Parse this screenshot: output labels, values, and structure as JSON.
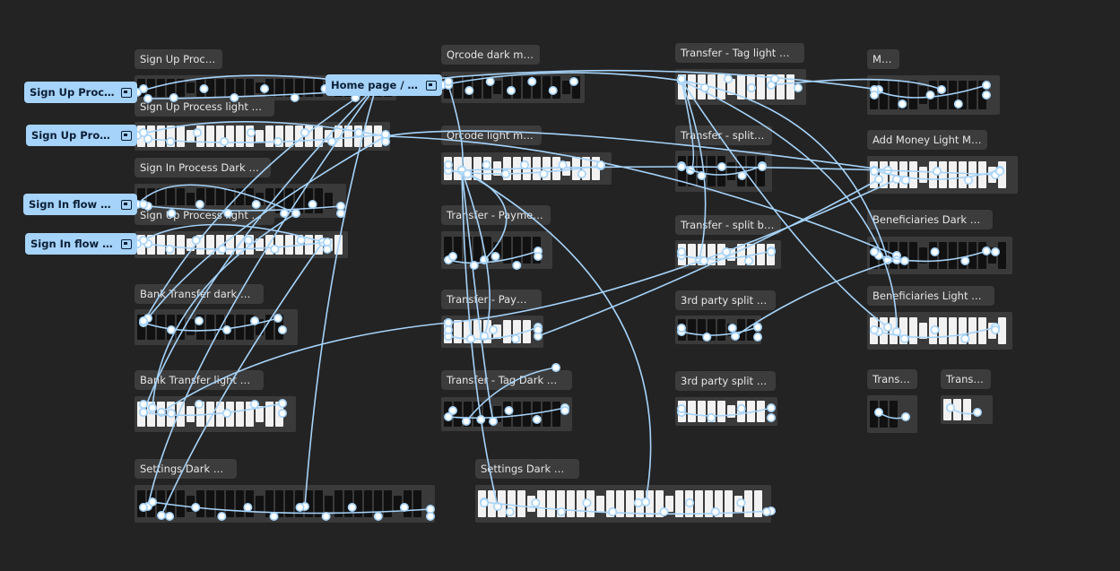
{
  "canvas": {
    "background": "#232323",
    "wire_color": "#a6d3f9",
    "node_color": "#ffffff"
  },
  "sections": [
    {
      "label": "Sign Up Process",
      "frames": "dddddddddddddddddddddddddddddddddddddddd"
    },
    {
      "label": "Sign Up Process light mode",
      "frames": "llllllllllllllllllllllllllllllllllllll"
    },
    {
      "label": "Sign In Process Dark Mode",
      "frames": "dddddddddddddddddddddddd"
    },
    {
      "label": "Sign Up Process light mode",
      "frames": "llllllllllllllllllllllll"
    },
    {
      "label": "Bank Transfer dark mode",
      "frames": "ddddddddddddddd"
    },
    {
      "label": "Bank Transfer light mode",
      "frames": "lllllllllllllll"
    },
    {
      "label": "Settings Dark mode",
      "frames": "ddddddddddddddddddddddddddddddddd"
    },
    {
      "label": "Qrcode dark mode",
      "frames": "dddddddddddddddd"
    },
    {
      "label": "Qrcode light mode",
      "frames": "lllllllllllllllllll"
    },
    {
      "label": "Transfer - Payment...",
      "frames": "dddddddddddd"
    },
    {
      "label": "Transfer - Payme...",
      "frames": "llllllllllll"
    },
    {
      "label": "Transfer - Tag Dark mo...",
      "frames": "dddddddddddddd"
    },
    {
      "label": "Settings Dark mode",
      "frames": "lllllllllllllllllllllllllllllll"
    },
    {
      "label": "Transfer - Tag light mo...",
      "frames": "lllllllllllll"
    },
    {
      "label": "Transfer - split b...",
      "frames": "dddddddddd"
    },
    {
      "label": "Transfer - split bill ...",
      "frames": "llllllllll"
    },
    {
      "label": "3rd party split bill...",
      "frames": "dddddddddd"
    },
    {
      "label": "3rd party split bill...",
      "frames": "llllllllll"
    },
    {
      "label": "Misc",
      "frames": "dddddddddddddd"
    },
    {
      "label": "Add Money Light Mode",
      "frames": "llllllllllllllllll"
    },
    {
      "label": "Beneficiaries Dark mode",
      "frames": "ddddddddddddddddd"
    },
    {
      "label": "Beneficiaries Light mode",
      "frames": "lllllllllllllllll"
    },
    {
      "label": "Transa...",
      "frames": "ddd"
    },
    {
      "label": "Transa...",
      "frames": "lll"
    }
  ],
  "flow_starts": [
    {
      "label": "Sign Up Proces..."
    },
    {
      "label": "Sign Up Proces..."
    },
    {
      "label": "Sign In flow Dar..."
    },
    {
      "label": "Sign In flow Lig..."
    },
    {
      "label": "Home page / QR..."
    }
  ]
}
